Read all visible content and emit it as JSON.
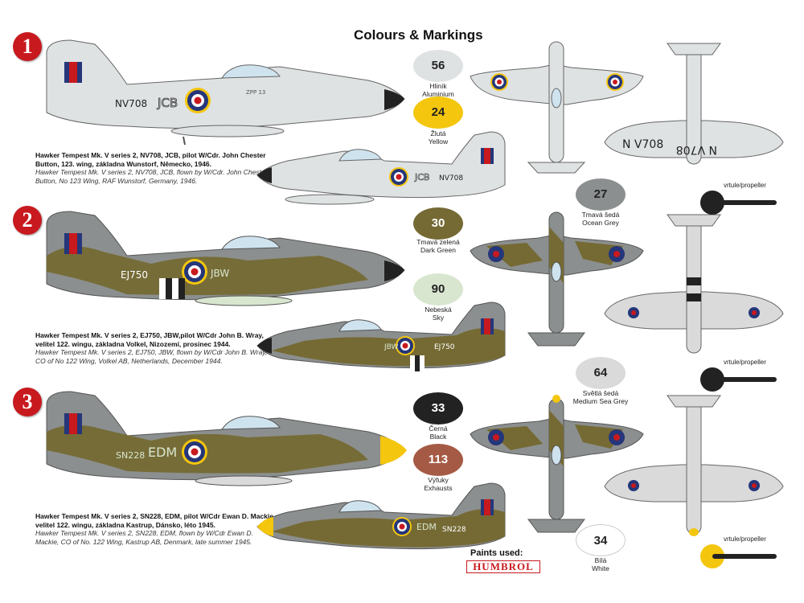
{
  "title": "Colours & Markings",
  "colors": {
    "accent_red": "#c8191e",
    "aluminium": "#dfe2e3",
    "yellow": "#f4c60d",
    "dark_green": "#756a34",
    "ocean_grey": "#8c8f8f",
    "sky": "#d8e6cf",
    "medium_sea_grey": "#d9dad9",
    "black": "#222222",
    "exhausts": "#a55a45",
    "white": "#ffffff"
  },
  "schemes": [
    {
      "number": "1",
      "code": "NV708",
      "code_short": "N V708",
      "letters": "JCB",
      "caption_cz": "Hawker Tempest Mk. V series 2, NV708, JCB, pilot W/Cdr. John Chester Button, 123. wing, základna Wunstorf, Německo, 1946.",
      "caption_en": "Hawker Tempest Mk. V series 2, NV708, JCB, flown by W/Cdr. John Chester Button, No 123 Wing, RAF Wunstorf, Germany, 1946.",
      "fuselage_text": "ZPP 13"
    },
    {
      "number": "2",
      "code": "EJ750",
      "letters": "JBW",
      "caption_cz": "Hawker Tempest Mk. V series 2, EJ750, JBW,pilot W/Cdr John B. Wray, velitel 122. wingu, základna Volkel, Nizozemí, prosinec 1944.",
      "caption_en": "Hawker Tempest Mk. V series 2, EJ750, JBW, flown by W/Cdr John B. Wray, CO of No 122 Wing, Volkel AB, Netherlands, December 1944."
    },
    {
      "number": "3",
      "code": "SN228",
      "letters": "EDM",
      "caption_cz": "Hawker Tempest Mk. V series 2, SN228, EDM, pilot W/Cdr Ewan D. Mackie, velitel 122. wingu, základna Kastrup, Dánsko, léto 1945.",
      "caption_en": "Hawker Tempest Mk. V series 2, SN228, EDM, flown by W/Cdr Ewan D. Mackie, CO of No. 122 Wing, Kastrup AB, Denmark, late summer 1945."
    }
  ],
  "paints": [
    {
      "code": "56",
      "cz": "Hliník",
      "en": "Aluminium",
      "color": "#dfe2e3",
      "text_color": "#222"
    },
    {
      "code": "24",
      "cz": "Žlutá",
      "en": "Yellow",
      "color": "#f4c60d",
      "text_color": "#222"
    },
    {
      "code": "27",
      "cz": "Tmavá šedá",
      "en": "Ocean Grey",
      "color": "#8c8f8f",
      "text_color": "#222"
    },
    {
      "code": "30",
      "cz": "Tmavá zelená",
      "en": "Dark Green",
      "color": "#756a34",
      "text_color": "#fff"
    },
    {
      "code": "90",
      "cz": "Nebeská",
      "en": "Sky",
      "color": "#d8e6cf",
      "text_color": "#222"
    },
    {
      "code": "64",
      "cz": "Světlá šedá",
      "en": "Medium Sea Grey",
      "color": "#d9dad9",
      "text_color": "#222"
    },
    {
      "code": "33",
      "cz": "Černá",
      "en": "Black",
      "color": "#222222",
      "text_color": "#fff"
    },
    {
      "code": "113",
      "cz": "Výfuky",
      "en": "Exhausts",
      "color": "#a55a45",
      "text_color": "#fff"
    },
    {
      "code": "34",
      "cz": "Bílá",
      "en": "White",
      "color": "#ffffff",
      "text_color": "#222"
    }
  ],
  "propeller_label": "vrtule/propeller",
  "paints_used_label": "Paints used:",
  "brand": "HUMBROL"
}
